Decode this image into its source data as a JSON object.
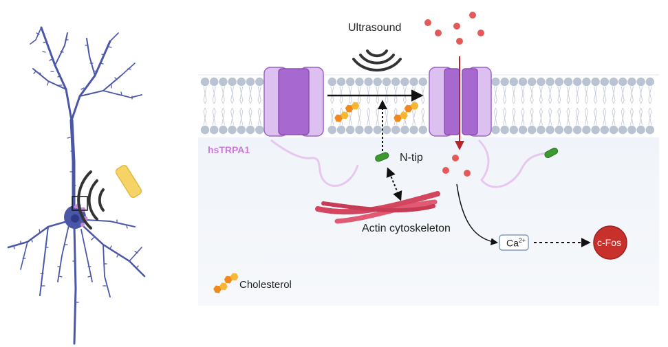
{
  "labels": {
    "ultrasound": "Ultrasound",
    "channel": "hsTRPA1",
    "ntip": "N-tip",
    "actin": "Actin cytoskeleton",
    "calcium_base": "Ca",
    "calcium_sup": "2+",
    "cfos": "c-Fos",
    "cholesterol": "Cholesterol"
  },
  "colors": {
    "neuron": "#4a56a6",
    "channel_light": "#dcc0ef",
    "channel_dark": "#a768cf",
    "channel_label": "#c77ad8",
    "ion": "#e45a5a",
    "actin": "#d4465f",
    "cholesterol_orange": "#f08a1c",
    "cholesterol_yellow": "#f7b733",
    "ntip_green": "#3c9a2e",
    "cfos_red": "#c8302c",
    "transducer": "#f6d366",
    "lipid_head": "#b9c3d1",
    "cell_bg": "#edf2f8"
  },
  "icons": {
    "ultrasound": "sound-wave-icon",
    "transducer": "ultrasound-transducer-icon"
  }
}
